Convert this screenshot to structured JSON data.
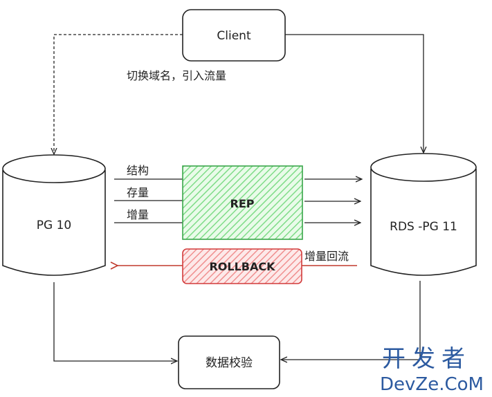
{
  "nodes": {
    "client": "Client",
    "pg10": "PG 10",
    "rds": "RDS -PG 11",
    "rep": "REP",
    "rollback": "ROLLBACK",
    "verify": "数据校验"
  },
  "edge_labels": {
    "switch_domain": "切换域名，引入流量",
    "structure": "结构",
    "stock": "存量",
    "increment": "增量",
    "increment_backflow": "增量回流"
  },
  "watermark": {
    "cn": "开发者",
    "en": "DevZe.CoM"
  },
  "colors": {
    "stroke": "#222222",
    "rep_fill": "#8fe39a",
    "rep_stroke": "#3aa64a",
    "rollback_fill": "#f2a3a3",
    "rollback_stroke": "#d23b3b",
    "rollback_arrow": "#c0392b",
    "watermark": "#2c5aa0"
  }
}
